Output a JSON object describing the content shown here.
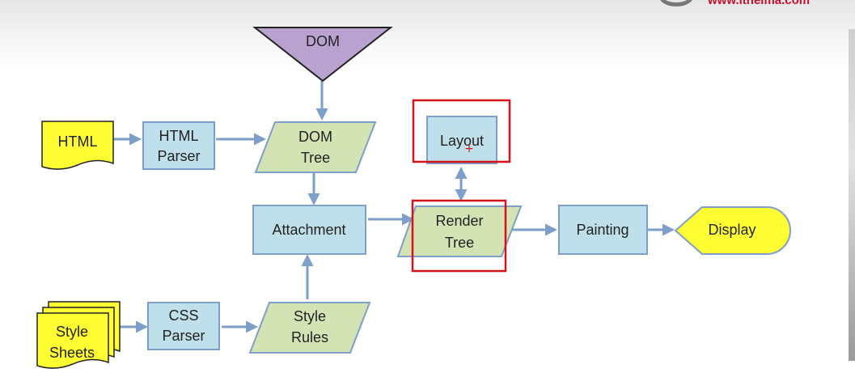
{
  "header": {
    "logo_text": "www.itheima.com"
  },
  "diagram": {
    "nodes": {
      "dom": "DOM",
      "html": "HTML",
      "html_parser": [
        "HTML",
        "Parser"
      ],
      "dom_tree": [
        "DOM",
        "Tree"
      ],
      "layout": "Layout",
      "attachment": "Attachment",
      "render_tree": [
        "Render",
        "Tree"
      ],
      "painting": "Painting",
      "display": "Display",
      "style_sheets": [
        "Style",
        "Sheets"
      ],
      "css_parser": [
        "CSS",
        "Parser"
      ],
      "style_rules": [
        "Style",
        "Rules"
      ]
    },
    "highlighted": [
      "layout",
      "render_tree"
    ]
  },
  "colors": {
    "process_fill": "#bfe0ea",
    "data_fill": "#d3e3b4",
    "document_fill": "#ffff33",
    "arrow": "#7e9fc9",
    "highlight": "#d4131b",
    "dom_fill": "#b9a2cf"
  }
}
